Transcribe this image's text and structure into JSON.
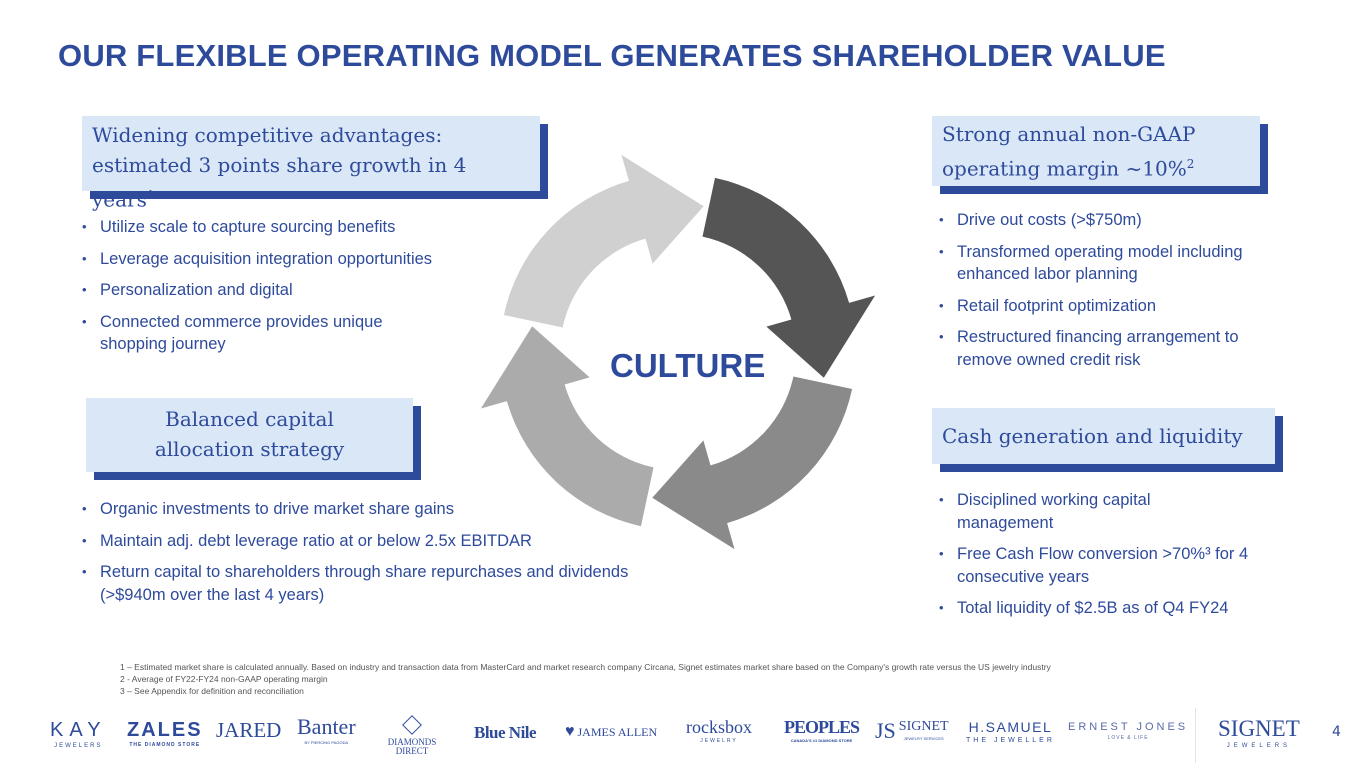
{
  "title": "OUR FLEXIBLE OPERATING MODEL GENERATES SHAREHOLDER VALUE",
  "center_label": "CULTURE",
  "quadrants": [
    {
      "heading": [
        "Widening competitive advantages:",
        "estimated 3 points share growth in 4 years"
      ],
      "sup": "1",
      "bullets": [
        "Utilize scale to capture sourcing benefits",
        "Leverage acquisition integration opportunities",
        "Personalization and digital",
        "Connected commerce provides unique shopping journey"
      ]
    },
    {
      "heading": [
        "Strong annual non-GAAP",
        "operating margin ~10%"
      ],
      "sup": "2",
      "bullets": [
        "Drive out costs (>$750m)",
        "Transformed operating model including enhanced labor planning",
        "Retail footprint optimization",
        "Restructured financing arrangement to remove owned credit risk"
      ]
    },
    {
      "heading": [
        "Balanced capital",
        "allocation strategy"
      ],
      "bullets": [
        "Organic investments to drive market share gains",
        "Maintain adj. debt leverage ratio at or below 2.5x EBITDAR",
        "Return capital to shareholders through share repurchases and dividends (>$940m over the last 4 years)"
      ]
    },
    {
      "heading": [
        "Cash generation and liquidity"
      ],
      "bullets": [
        "Disciplined working capital management",
        "Free Cash Flow conversion >70%³ for 4 consecutive years",
        "Total liquidity of $2.5B as of Q4 FY24"
      ]
    }
  ],
  "footnotes": [
    "1 – Estimated market share is calculated annually. Based on industry and transaction data from MasterCard and market research company Circana, Signet estimates market share based on the Company's growth rate versus the US jewelry industry",
    "2 - Average of FY22-FY24 non-GAAP operating margin",
    "3 – See Appendix for definition and reconciliation"
  ],
  "logos": [
    {
      "name": "KAY",
      "sub": "JEWELERS"
    },
    {
      "name": "ZALES",
      "sub": "THE DIAMOND STORE"
    },
    {
      "name": "JARED",
      "sub": ""
    },
    {
      "name": "Banter",
      "sub": "BY PIERCING PAGODA"
    },
    {
      "name": "DIAMONDS DIRECT",
      "sub": ""
    },
    {
      "name": "Blue Nile",
      "sub": ""
    },
    {
      "name": "JAMES ALLEN",
      "sub": ""
    },
    {
      "name": "rocksbox",
      "sub": "JEWELRY"
    },
    {
      "name": "PEOPLES",
      "sub": "CANADA'S #1 DIAMOND STORE"
    },
    {
      "name": "SIGNET",
      "sub": "JEWELRY SERVICES"
    },
    {
      "name": "H.SAMUEL",
      "sub": "THE JEWELLER"
    },
    {
      "name": "ERNEST JONES",
      "sub": "LOVE & LIFE"
    }
  ],
  "brand": {
    "name": "SIGNET",
    "sub": "JEWELERS"
  },
  "page_number": "4",
  "colors": {
    "accent": "#2e4a9b",
    "box": "#d9e7f7",
    "arrows": [
      "#d0d0d0",
      "#555555",
      "#8a8a8a",
      "#ababab"
    ]
  }
}
